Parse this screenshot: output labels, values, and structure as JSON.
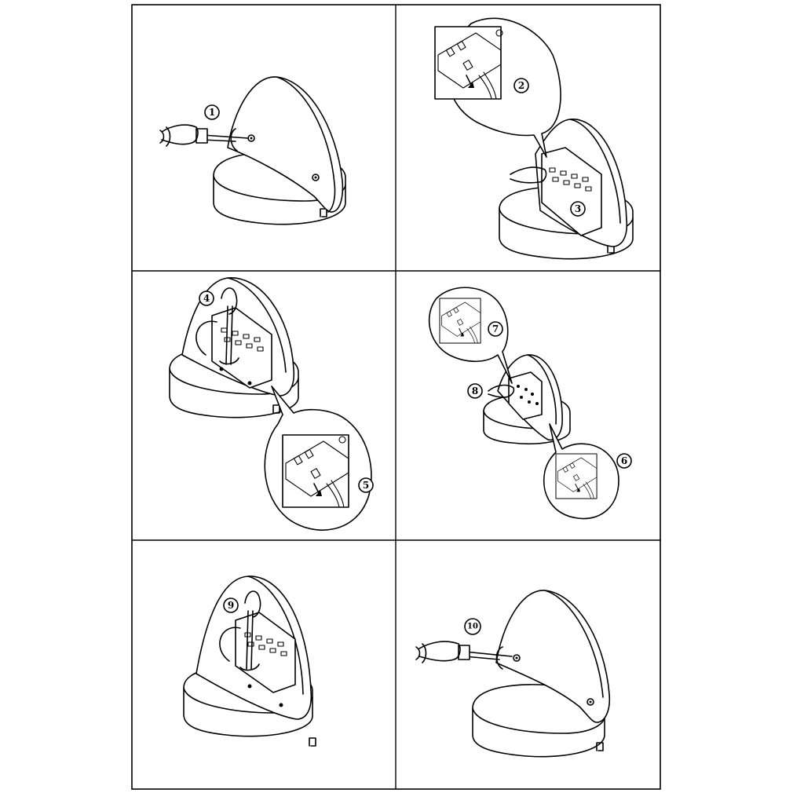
{
  "figure": {
    "panel_count": 6,
    "steps": [
      {
        "label": "1"
      },
      {
        "label": "2"
      },
      {
        "label": "3"
      },
      {
        "label": "4"
      },
      {
        "label": "5"
      },
      {
        "label": "6"
      },
      {
        "label": "7"
      },
      {
        "label": "8"
      },
      {
        "label": "9"
      },
      {
        "label": "10"
      }
    ]
  }
}
